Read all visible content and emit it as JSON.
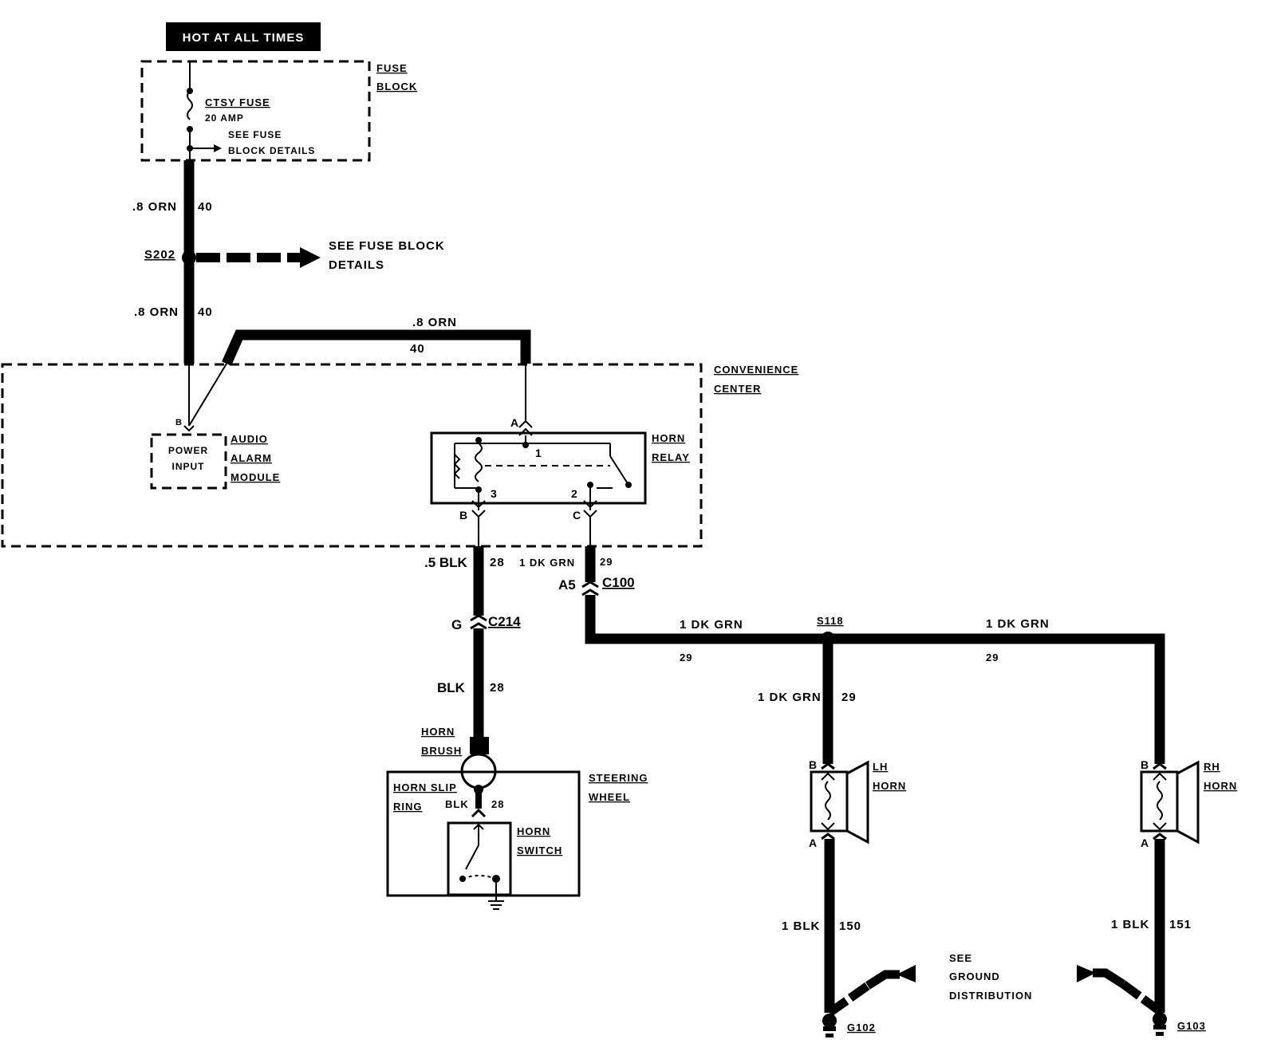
{
  "header": {
    "hot_label": "HOT AT ALL TIMES"
  },
  "fuse_block": {
    "name_line1": "FUSE",
    "name_line2": "BLOCK",
    "fuse_name": "CTSY FUSE",
    "fuse_rating": "20 AMP",
    "see_line1": "SEE FUSE",
    "see_line2": "BLOCK DETAILS"
  },
  "wires": {
    "w40_top_color": ".8 ORN",
    "w40_top_num": "40",
    "w40_mid_color": ".8 ORN",
    "w40_mid_num": "40",
    "w40_relay_color": ".8 ORN",
    "w40_relay_num": "40",
    "w28_top_color": ".5 BLK",
    "w28_top_num": "28",
    "w28_mid_color": "BLK",
    "w28_mid_num": "28",
    "w28_sw_color": "BLK",
    "w28_sw_num": "28",
    "w29_top_color": "1 DK GRN",
    "w29_top_num": "29",
    "w29_left_color": "1 DK GRN",
    "w29_left_num": "29",
    "w29_right_color": "1 DK GRN",
    "w29_right_num": "29",
    "w29_down_color": "1 DK GRN",
    "w29_down_num": "29",
    "w150_color": "1 BLK",
    "w150_num": "150",
    "w151_color": "1 BLK",
    "w151_num": "151"
  },
  "splices": {
    "s202": "S202",
    "s202_see_line1": "SEE FUSE BLOCK",
    "s202_see_line2": "DETAILS",
    "s118": "S118"
  },
  "convenience_center": {
    "line1": "CONVENIENCE",
    "line2": "CENTER"
  },
  "audio_alarm": {
    "pin": "B",
    "input_line1": "POWER",
    "input_line2": "INPUT",
    "name_line1": "AUDIO",
    "name_line2": "ALARM",
    "name_line3": "MODULE"
  },
  "horn_relay": {
    "name_line1": "HORN",
    "name_line2": "RELAY",
    "pin_a": "A",
    "pin_b": "B",
    "pin_c": "C",
    "term1": "1",
    "term2": "2",
    "term3": "3"
  },
  "connectors": {
    "c100": "C100",
    "c100_pin": "A5",
    "c214": "C214",
    "c214_pin": "G"
  },
  "steering": {
    "horn_brush_line1": "HORN",
    "horn_brush_line2": "BRUSH",
    "slip_ring_line1": "HORN SLIP",
    "slip_ring_line2": "RING",
    "wheel_line1": "STEERING",
    "wheel_line2": "WHEEL",
    "switch_line1": "HORN",
    "switch_line2": "SWITCH"
  },
  "horns": {
    "lh_line1": "LH",
    "lh_line2": "HORN",
    "lh_pin_b": "B",
    "lh_pin_a": "A",
    "rh_line1": "RH",
    "rh_line2": "HORN",
    "rh_pin_b": "B",
    "rh_pin_a": "A"
  },
  "grounds": {
    "g102": "G102",
    "g103": "G103",
    "see_line1": "SEE",
    "see_line2": "GROUND",
    "see_line3": "DISTRIBUTION"
  }
}
